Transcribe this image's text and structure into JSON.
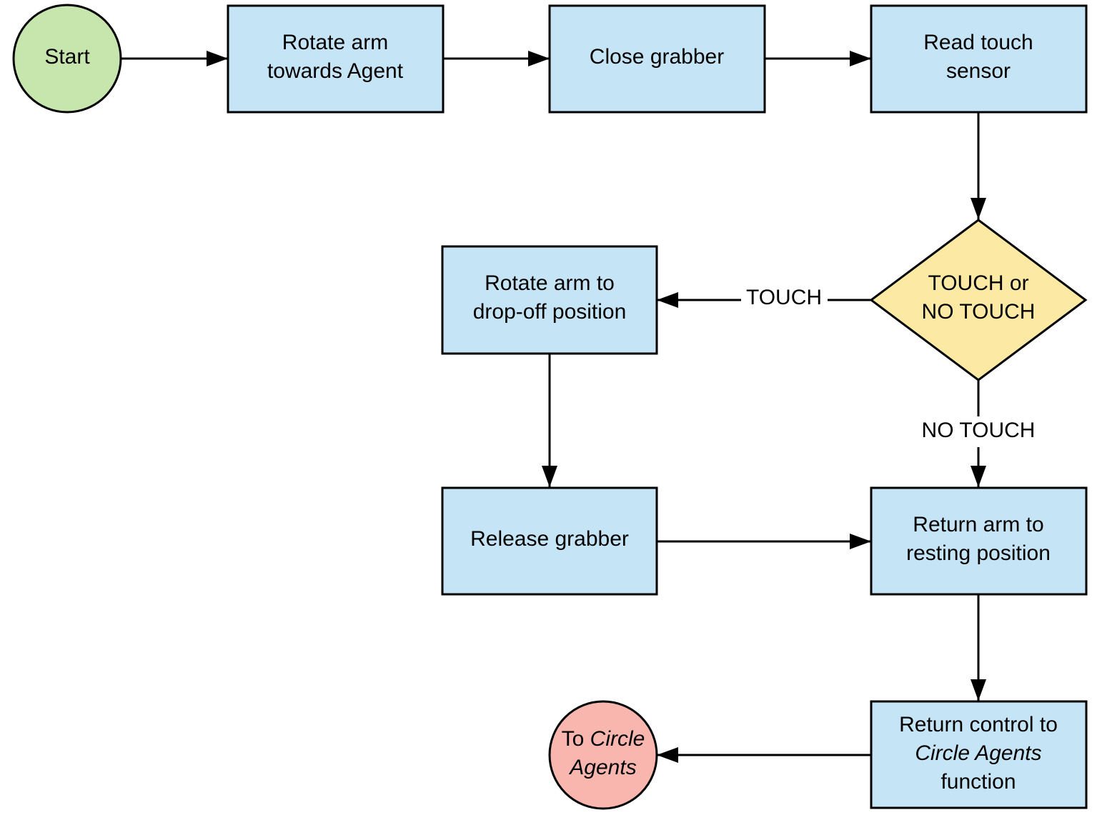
{
  "colors": {
    "start_fill": "#c7e6ad",
    "process_fill": "#c5e4f6",
    "decision_fill": "#fce9a4",
    "end_fill": "#f9b6ae",
    "stroke": "#000000"
  },
  "nodes": {
    "start": {
      "lines": [
        "Start"
      ]
    },
    "rotate_arm_agent": {
      "lines": [
        "Rotate arm",
        "towards Agent"
      ]
    },
    "close_grabber": {
      "lines": [
        "Close grabber"
      ]
    },
    "read_touch": {
      "lines": [
        "Read touch",
        "sensor"
      ]
    },
    "decision": {
      "lines": [
        "TOUCH or",
        "NO TOUCH"
      ]
    },
    "rotate_dropoff": {
      "lines": [
        "Rotate arm to",
        "drop-off position"
      ]
    },
    "release_grabber": {
      "lines": [
        "Release grabber"
      ]
    },
    "return_rest": {
      "lines": [
        "Return arm to",
        "resting position"
      ]
    },
    "return_control": {
      "line1": "Return control to",
      "line2_italic": "Circle Agents",
      "line3": "function"
    },
    "end": {
      "line1_plain": "To ",
      "line1_italic": "Circle",
      "line2_italic": "Agents"
    }
  },
  "edge_labels": {
    "touch": "TOUCH",
    "no_touch": "NO TOUCH"
  }
}
